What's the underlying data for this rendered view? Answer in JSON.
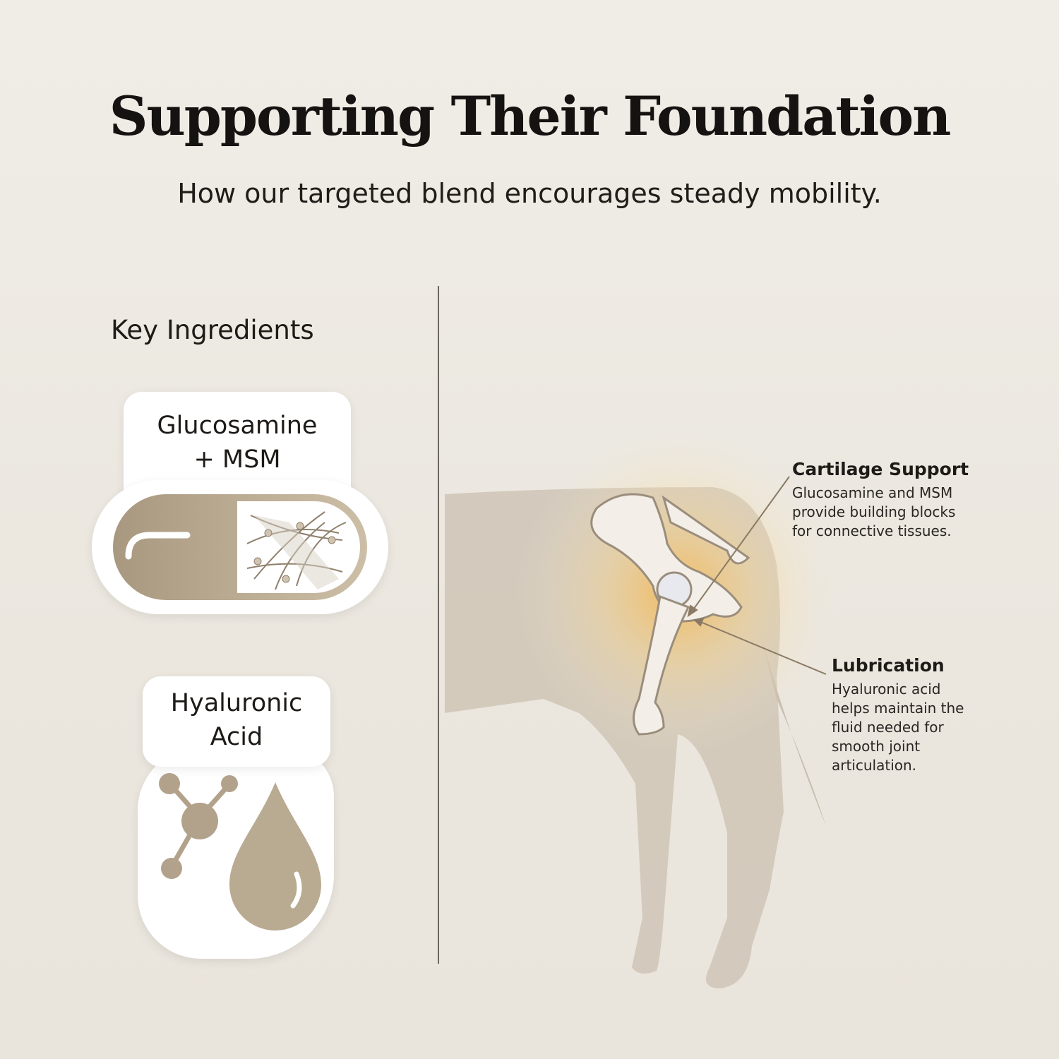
{
  "header": {
    "title": "Supporting Their Foundation",
    "subtitle": "How our targeted blend encourages steady mobility."
  },
  "ingredients": {
    "heading": "Key Ingredients",
    "items": [
      {
        "line1": "Glucosamine",
        "line2": "+ MSM",
        "icon": "capsule-icon"
      },
      {
        "line1": "Hyaluronic",
        "line2": "Acid",
        "icon": "molecule-droplet-icon"
      }
    ]
  },
  "callouts": [
    {
      "title": "Cartilage Support",
      "lines": [
        "Glucosamine and MSM",
        "provide building blocks",
        "for connective tissues."
      ]
    },
    {
      "title": "Lubrication",
      "lines": [
        "Hyaluronic acid",
        "helps maintain the",
        "fluid needed for",
        "smooth joint",
        "articulation."
      ]
    }
  ],
  "colors": {
    "accent": "#b3a48d",
    "glow": "#f6b54a",
    "dog": "#cfc4b6"
  }
}
